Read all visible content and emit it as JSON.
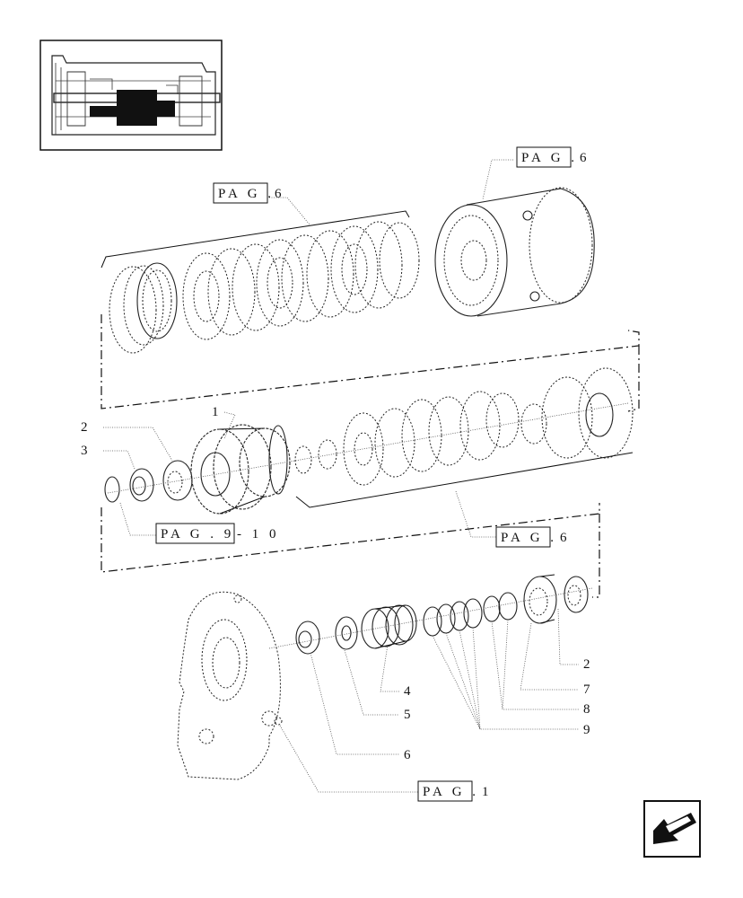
{
  "callouts": {
    "n1": "1",
    "n2a": "2",
    "n3": "3",
    "n2b": "2",
    "n4": "4",
    "n5": "5",
    "n6": "6",
    "n7": "7",
    "n8": "8",
    "n9": "9"
  },
  "page_refs": {
    "top_left": {
      "box": "PA G .",
      "num": "6"
    },
    "top_right": {
      "box": "PA G .",
      "num": "6"
    },
    "middle_left": {
      "box": "PA G . 9",
      "num": "- 1 0"
    },
    "middle_right": {
      "box": "PA G .",
      "num": "6"
    },
    "bottom": {
      "box": "PA G .",
      "num": "1"
    }
  },
  "icons": {
    "thumbnail": "transmission-section-thumbnail",
    "nav": "back-arrow-icon"
  }
}
